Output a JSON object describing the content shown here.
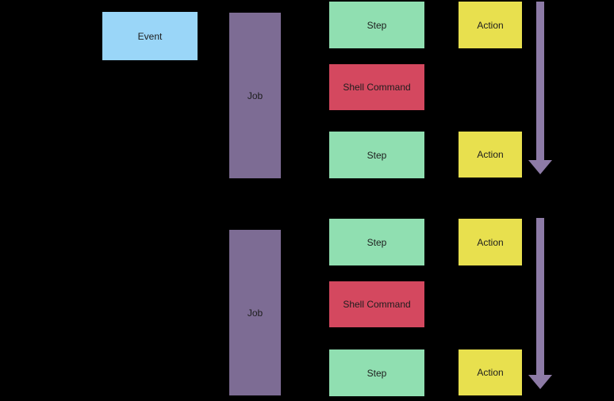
{
  "diagram": {
    "event_label": "Event",
    "runs": [
      {
        "job_label": "Job",
        "steps": [
          "Step",
          "Shell Command",
          "Step"
        ],
        "actions": [
          "Action",
          "Action"
        ]
      },
      {
        "job_label": "Job",
        "steps": [
          "Step",
          "Shell Command",
          "Step"
        ],
        "actions": [
          "Action",
          "Action"
        ]
      }
    ],
    "colors": {
      "background": "#000000",
      "event": "#9ad6f8",
      "job": "#7d6c94",
      "step": "#90dfb1",
      "shell": "#d4485f",
      "action": "#e8e04e",
      "arrow": "#8d7ba6",
      "text": "#1d1d1d"
    }
  }
}
